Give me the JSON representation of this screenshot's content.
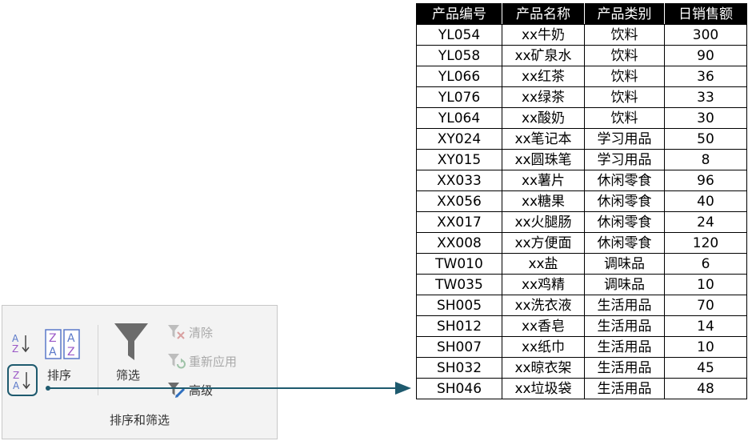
{
  "ribbon": {
    "group_label": "排序和筛选",
    "sort_label": "排序",
    "filter_label": "筛选",
    "clear_label": "清除",
    "reapply_label": "重新应用",
    "advanced_label": "高级",
    "icons": {
      "sort_ascending": "sort-ascending-icon",
      "sort_descending": "sort-descending-icon",
      "sort_dialog": "sort-dialog-icon",
      "filter": "funnel-icon",
      "clear": "filter-clear-icon",
      "reapply": "filter-reapply-icon",
      "advanced": "filter-advanced-icon"
    },
    "colors": {
      "highlight_border": "#1e5a6e",
      "disabled_text": "#a9a9a9"
    }
  },
  "table": {
    "headers": [
      "产品编号",
      "产品名称",
      "产品类别",
      "日销售额"
    ],
    "rows": [
      [
        "YL054",
        "xx牛奶",
        "饮料",
        "300"
      ],
      [
        "YL058",
        "xx矿泉水",
        "饮料",
        "90"
      ],
      [
        "YL066",
        "xx红茶",
        "饮料",
        "36"
      ],
      [
        "YL076",
        "xx绿茶",
        "饮料",
        "33"
      ],
      [
        "YL064",
        "xx酸奶",
        "饮料",
        "30"
      ],
      [
        "XY024",
        "xx笔记本",
        "学习用品",
        "50"
      ],
      [
        "XY015",
        "xx圆珠笔",
        "学习用品",
        "8"
      ],
      [
        "XX033",
        "xx薯片",
        "休闲零食",
        "96"
      ],
      [
        "XX056",
        "xx糖果",
        "休闲零食",
        "40"
      ],
      [
        "XX017",
        "xx火腿肠",
        "休闲零食",
        "24"
      ],
      [
        "XX008",
        "xx方便面",
        "休闲零食",
        "120"
      ],
      [
        "TW010",
        "xx盐",
        "调味品",
        "6"
      ],
      [
        "TW035",
        "xx鸡精",
        "调味品",
        "10"
      ],
      [
        "SH005",
        "xx洗衣液",
        "生活用品",
        "70"
      ],
      [
        "SH012",
        "xx香皂",
        "生活用品",
        "14"
      ],
      [
        "SH007",
        "xx纸巾",
        "生活用品",
        "10"
      ],
      [
        "SH032",
        "xx晾衣架",
        "生活用品",
        "45"
      ],
      [
        "SH046",
        "xx垃圾袋",
        "生活用品",
        "48"
      ]
    ]
  }
}
